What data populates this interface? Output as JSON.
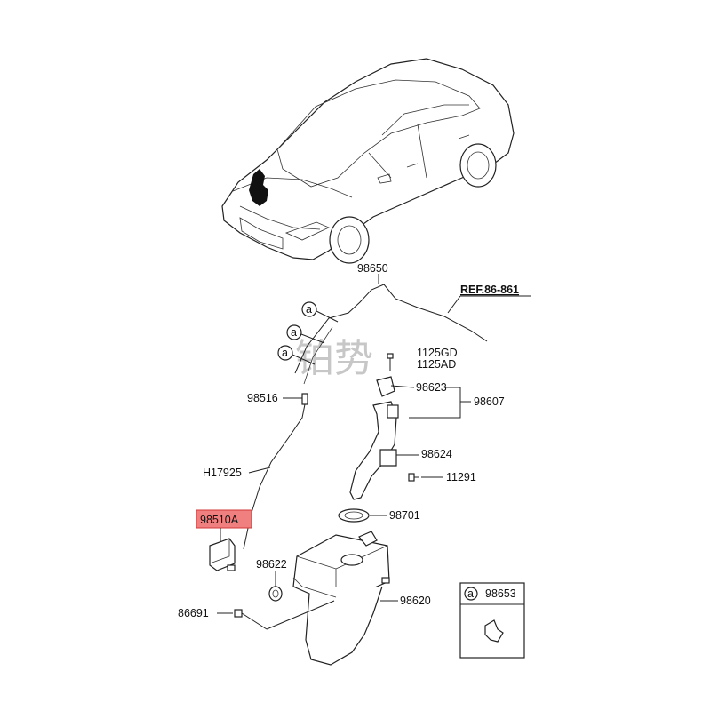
{
  "watermark": "铂势",
  "callouts": {
    "hose_main": "98650",
    "ref": "REF.86-861",
    "bolt_a": "1125GD",
    "bolt_b": "1125AD",
    "nozzle_joint": "98516",
    "cap": "98623",
    "filler_assy": "98607",
    "bracket": "98624",
    "screw": "11291",
    "hose_h": "H17925",
    "seal": "98701",
    "pump": "98510A",
    "grommet": "98622",
    "reservoir": "98620",
    "bolt_tank": "86691",
    "clip": "98653"
  },
  "circle_markers": [
    "a",
    "a",
    "a",
    "a"
  ],
  "highlight_color": "#f07f7f"
}
